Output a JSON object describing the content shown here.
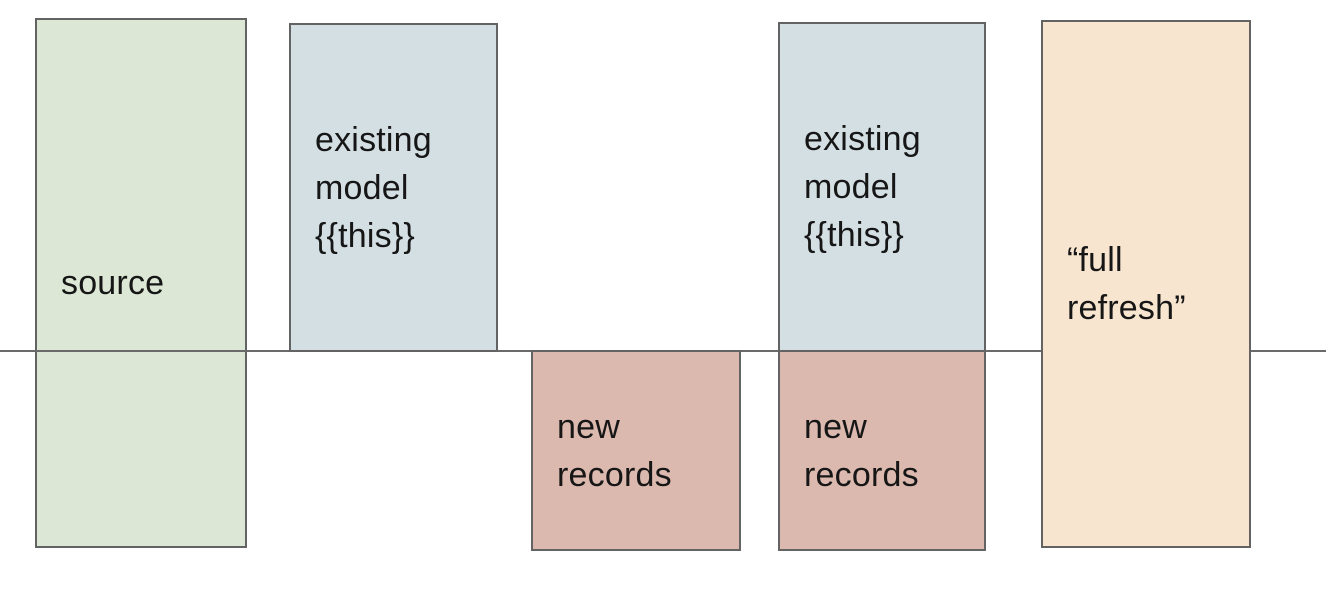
{
  "canvas": {
    "background": "#ffffff"
  },
  "divider": {
    "color": "#6a6a6a"
  },
  "boxes": [
    {
      "name": "source",
      "label": "source",
      "fill": "#dce8d5",
      "border": "#636363"
    },
    {
      "name": "existing-model-1",
      "label": "existing\nmodel\n{{this}}",
      "fill": "#d4dfe4",
      "border": "#636363"
    },
    {
      "name": "new-records-1",
      "label": "new\nrecords",
      "fill": "#dcb9ae",
      "border": "#636363"
    },
    {
      "name": "existing-model-2",
      "label": "existing\nmodel\n{{this}}",
      "fill": "#d4dfe4",
      "border": "#636363"
    },
    {
      "name": "new-records-2",
      "label": "new\nrecords",
      "fill": "#dcb9ae",
      "border": "#636363"
    },
    {
      "name": "full-refresh",
      "label": "“full\nrefresh”",
      "fill": "#f8e5d0",
      "border": "#636363"
    }
  ]
}
